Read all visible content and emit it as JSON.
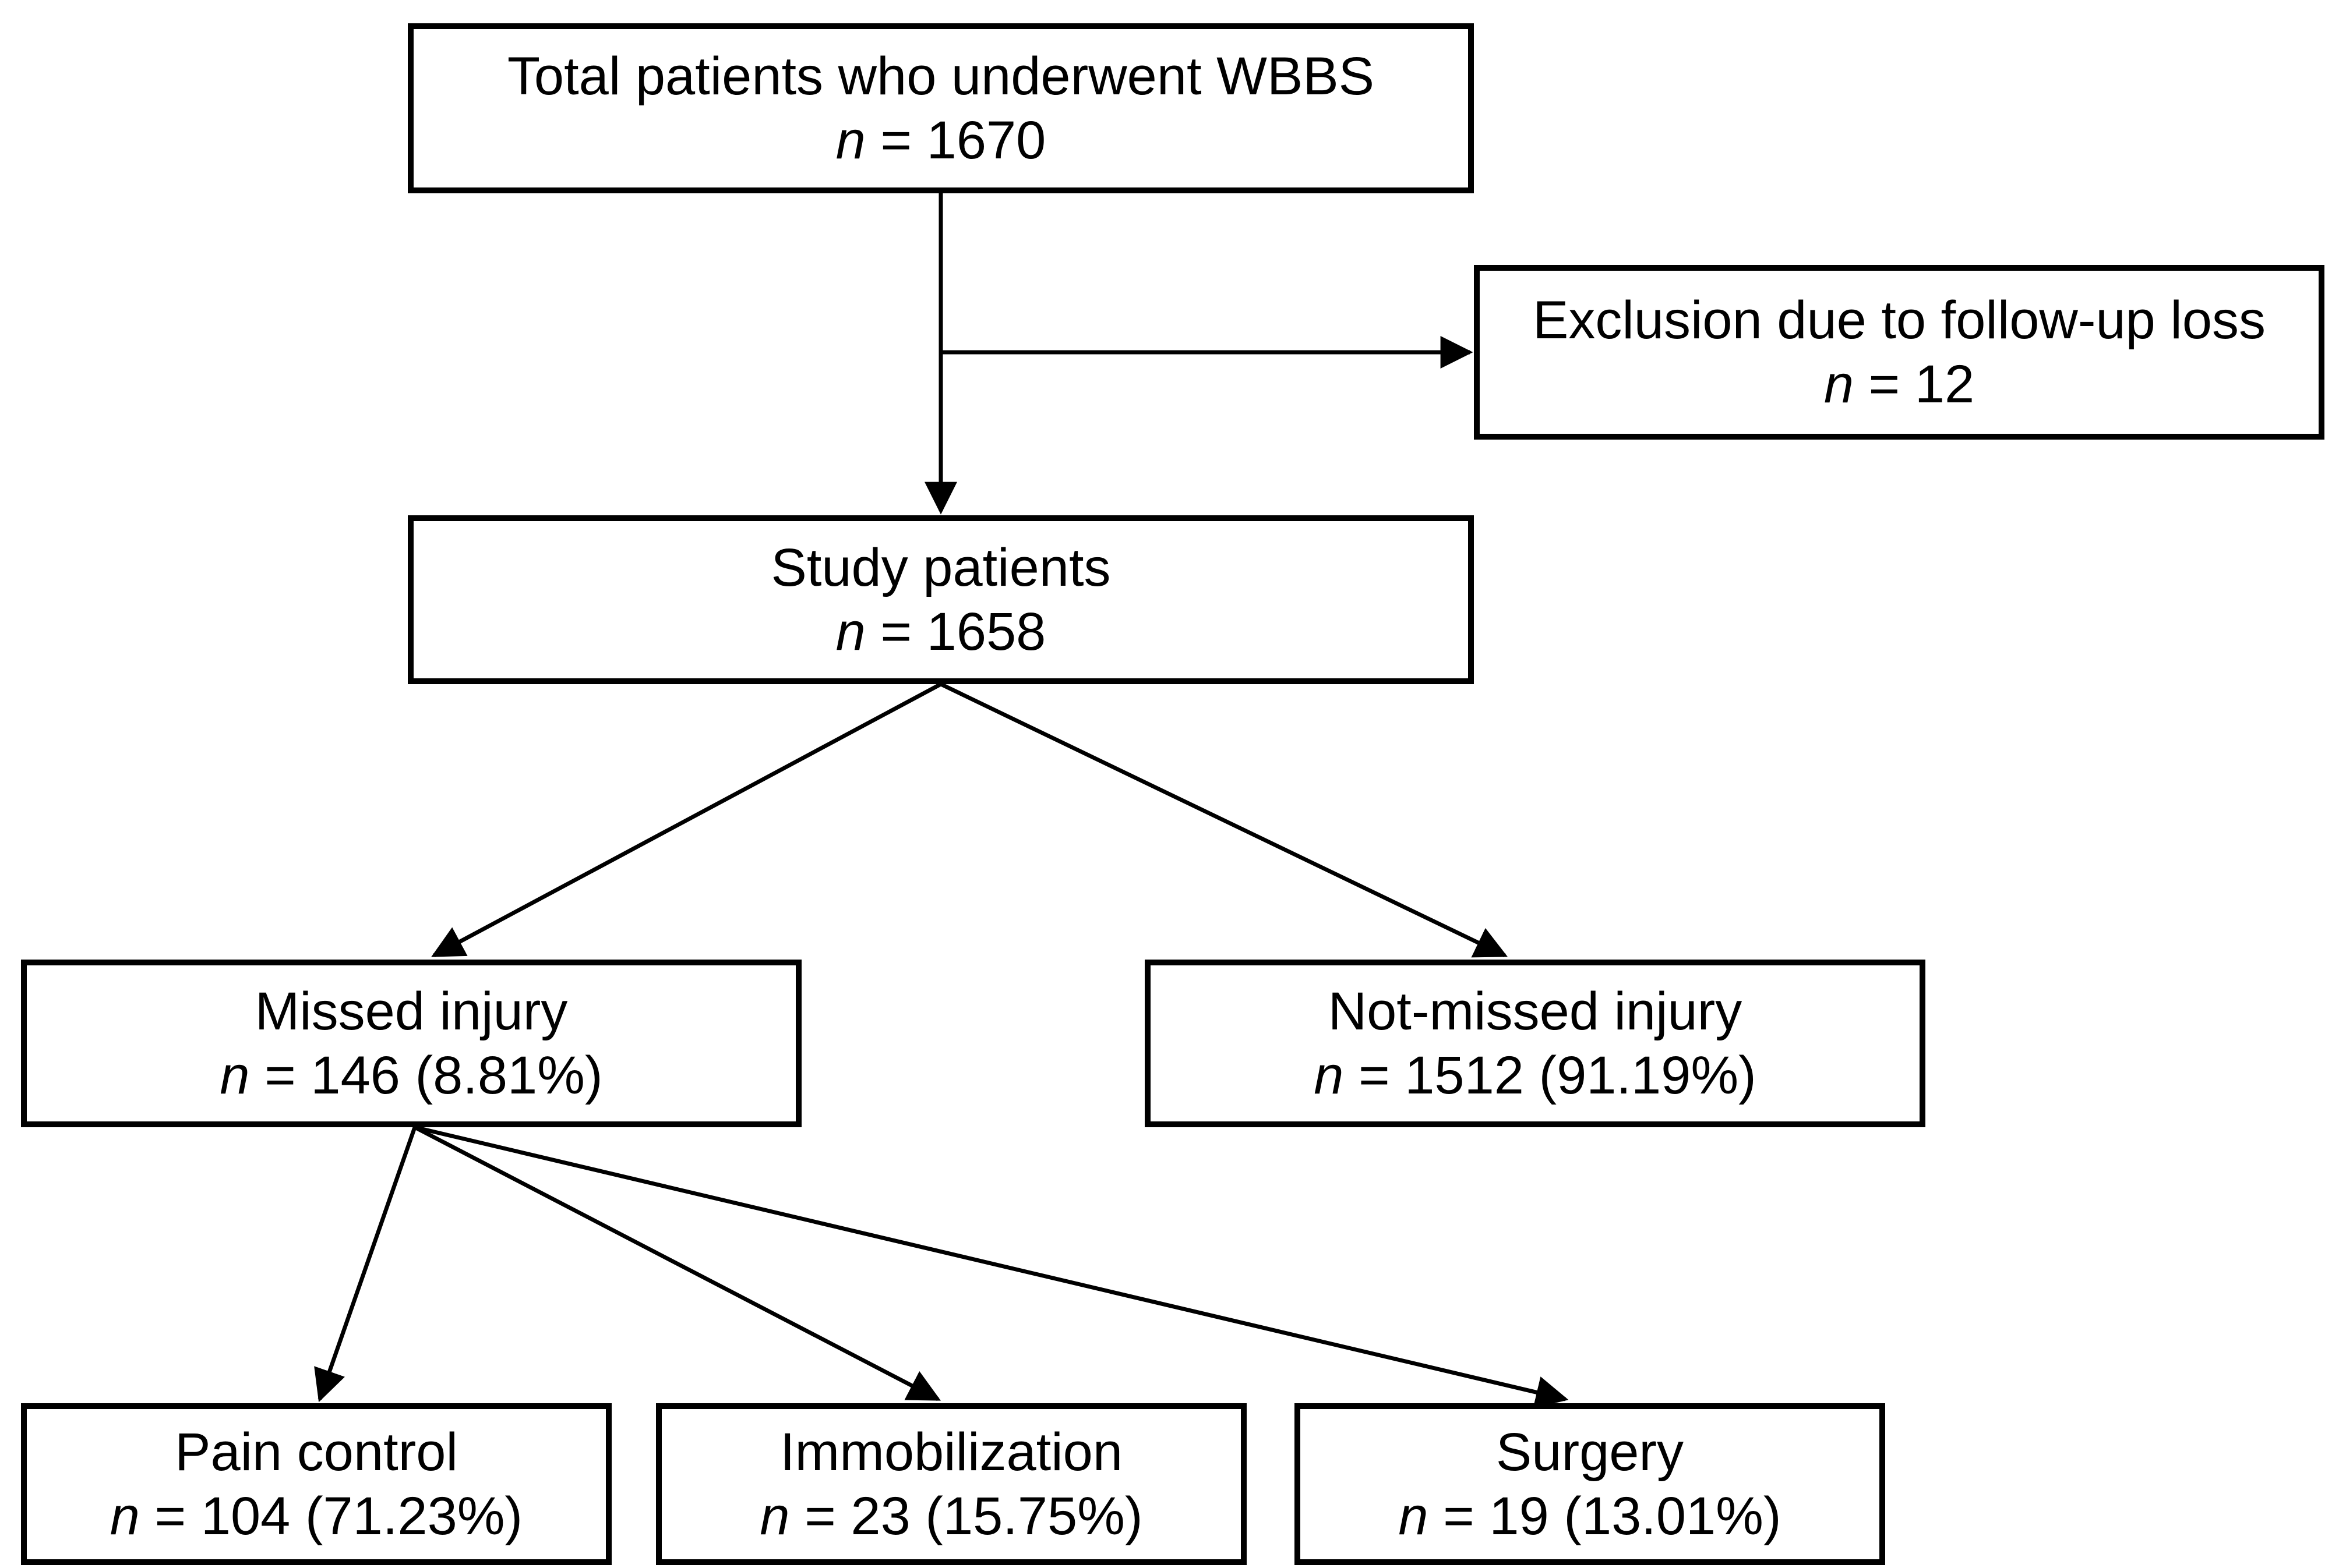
{
  "figure": {
    "type": "patient-flow-diagram",
    "background_color": "#ffffff",
    "line_color": "#000000",
    "text_color": "#000000"
  },
  "boxes": [
    {
      "id": "total",
      "label": "Total patients who underwent WBBS",
      "n": "n",
      "value": " = 1670"
    },
    {
      "id": "exclusion",
      "label": "Exclusion due to follow-up loss",
      "n": "n",
      "value": " = 12"
    },
    {
      "id": "study",
      "label": "Study patients",
      "n": "n",
      "value": " = 1658"
    },
    {
      "id": "missed",
      "label": "Missed injury",
      "n": "n",
      "value": " = 146 (8.81%)"
    },
    {
      "id": "not_missed",
      "label": "Not-missed injury",
      "n": "n",
      "value": " = 1512 (91.19%)"
    },
    {
      "id": "pain_control",
      "label": "Pain control",
      "n": "n",
      "value": " = 104 (71.23%)"
    },
    {
      "id": "immobilization",
      "label": "Immobilization",
      "n": "n",
      "value": " = 23 (15.75%)"
    },
    {
      "id": "surgery",
      "label": "Surgery",
      "n": "n",
      "value": " = 19 (13.01%)"
    }
  ],
  "connections": [
    {
      "from": "total",
      "to": "exclusion"
    },
    {
      "from": "total",
      "to": "study"
    },
    {
      "from": "study",
      "to": "missed"
    },
    {
      "from": "study",
      "to": "not_missed"
    },
    {
      "from": "missed",
      "to": "pain_control"
    },
    {
      "from": "missed",
      "to": "immobilization"
    },
    {
      "from": "missed",
      "to": "surgery"
    }
  ]
}
